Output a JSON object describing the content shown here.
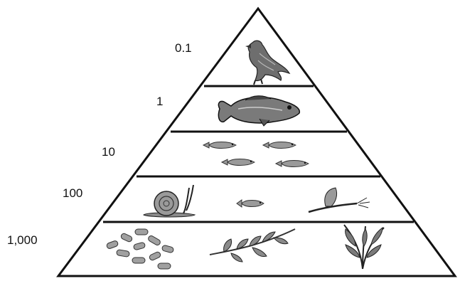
{
  "levels": [
    {
      "label": "0.1",
      "organisms": [
        "eagle-icon"
      ]
    },
    {
      "label": "1",
      "organisms": [
        "large-fish-icon"
      ]
    },
    {
      "label": "10",
      "organisms": [
        "small-fish-icon",
        "small-fish-icon",
        "small-fish-icon",
        "small-fish-icon"
      ]
    },
    {
      "label": "100",
      "organisms": [
        "snail-icon",
        "tiny-fish-icon",
        "mayfly-icon"
      ]
    },
    {
      "label": "1,000",
      "organisms": [
        "algae-cells-icon",
        "aquatic-plant-icon",
        "seaweed-icon"
      ]
    }
  ],
  "colors": {
    "line": "#111111",
    "fill": "#ffffff",
    "ink": "#3a3a3a",
    "shade": "#8a8a8a"
  }
}
